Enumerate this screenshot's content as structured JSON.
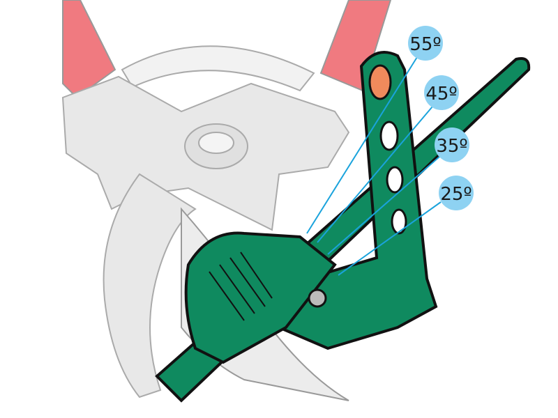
{
  "angles": [
    {
      "label": "55º",
      "degrees": 55
    },
    {
      "label": "45º",
      "degrees": 45
    },
    {
      "label": "35º",
      "degrees": 35
    },
    {
      "label": "25º",
      "degrees": 25
    }
  ],
  "colors": {
    "handle": "#f07a80",
    "tool_body": "#e8e8e8",
    "sharpener_green": "#0f8a5f",
    "label_bubble": "#8ed2f2",
    "leader_line": "#1aa3dc",
    "sharpening_stone": "#f08a5c"
  }
}
